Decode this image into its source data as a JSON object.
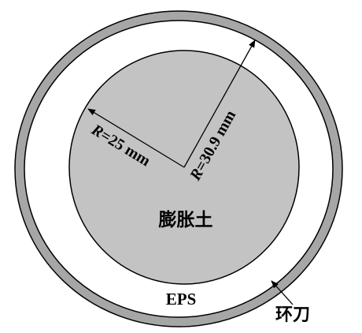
{
  "figure": {
    "inner_radius_label": {
      "var": "R",
      "text": "=25 mm"
    },
    "outer_radius_label": {
      "var": "R",
      "text": "=30.9 mm"
    },
    "center_label": "膨胀土",
    "eps_label": "EPS",
    "ring_label": "环刀"
  },
  "colors": {
    "soil_fill": "#c3c3c3",
    "ring_fill": "#a6a6a6",
    "gap_fill": "#ffffff",
    "outline": "#000000"
  }
}
